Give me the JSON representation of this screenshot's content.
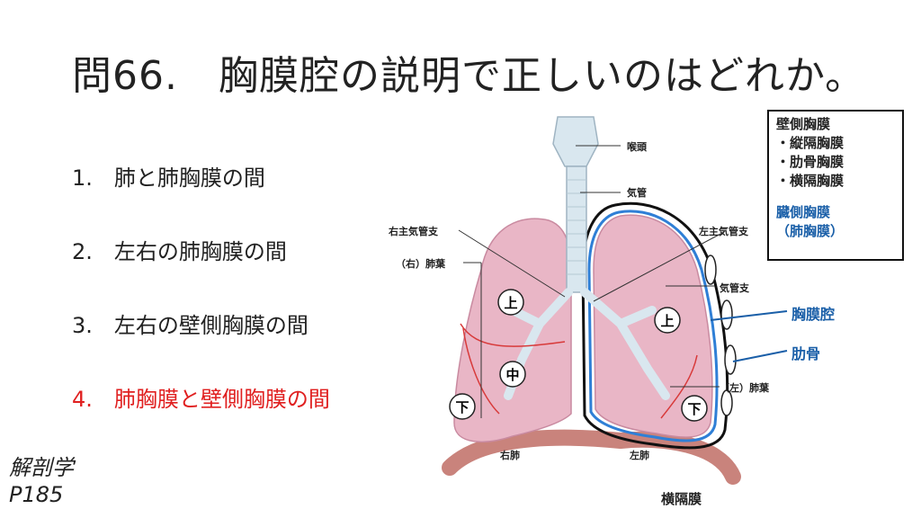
{
  "question": {
    "title": "問66.　胸膜腔の説明で正しいのはどれか。",
    "options": [
      {
        "label": "1.　肺と肺胸膜の間",
        "correct": false
      },
      {
        "label": "2.　左右の肺胸膜の間",
        "correct": false
      },
      {
        "label": "3.　左右の壁側胸膜の間",
        "correct": false
      },
      {
        "label": "4.　肺胸膜と壁側胸膜の間",
        "correct": true
      }
    ]
  },
  "reference": {
    "subject": "解剖学",
    "page": "P185"
  },
  "infobox": {
    "parietal_title": "壁側胸膜",
    "parietal_items": [
      "・縦隔胸膜",
      "・肋骨胸膜",
      "・横隔胸膜"
    ],
    "visceral_title": "臓側胸膜",
    "visceral_sub": "（肺胸膜）"
  },
  "diagram": {
    "labels": {
      "larynx": "喉頭",
      "trachea": "気管",
      "right_main_bronchus": "右主気管支",
      "left_main_bronchus": "左主気管支",
      "right_lobe": "（右）肺葉",
      "left_lobe": "（左）肺葉",
      "bronchus": "気管支",
      "pleural_cavity": "胸膜腔",
      "rib": "肋骨",
      "right_lung": "右肺",
      "left_lung": "左肺",
      "diaphragm": "横隔膜"
    },
    "lobes": {
      "upper": "上",
      "middle": "中",
      "lower": "下"
    },
    "colors": {
      "lung": "#e9b6c6",
      "lung_edge": "#c98aa0",
      "trachea": "#d9e7ef",
      "diaphragm": "#c9837c",
      "pleural_line": "#2f7fd6",
      "label_blue": "#1a5fa8",
      "correct_red": "#e02020"
    }
  }
}
